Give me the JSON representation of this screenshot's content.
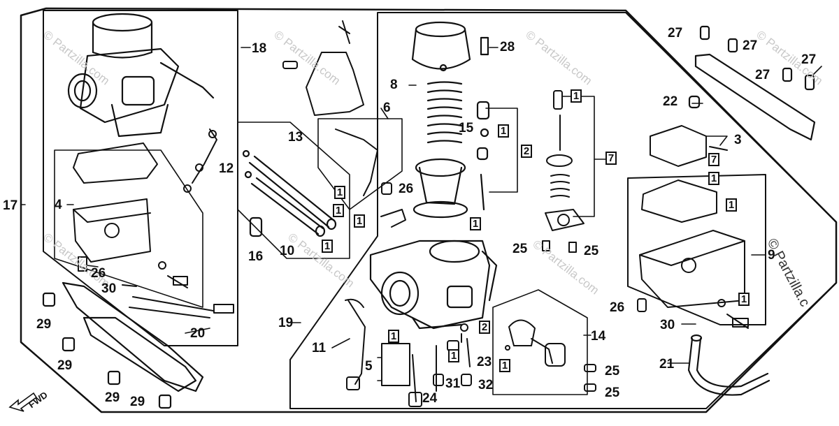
{
  "diagram": {
    "fwd_label": "FWD",
    "watermark": "© Partzilla.com",
    "side_watermark": "© Partzilla.c",
    "labels": {
      "n1": "1",
      "n2": "2",
      "n3": "3",
      "n4": "4",
      "n5": "5",
      "n6": "6",
      "n7": "7",
      "n8": "8",
      "n9": "9",
      "n10": "10",
      "n11": "11",
      "n12": "12",
      "n13": "13",
      "n14": "14",
      "n15": "15",
      "n16": "16",
      "n17": "17",
      "n18": "18",
      "n19": "19",
      "n20": "20",
      "n21": "21",
      "n22": "22",
      "n23": "23",
      "n24": "24",
      "n25": "25",
      "n26": "26",
      "n27": "27",
      "n28": "28",
      "n29": "29",
      "n30": "30",
      "n31": "31",
      "n32": "32"
    }
  }
}
